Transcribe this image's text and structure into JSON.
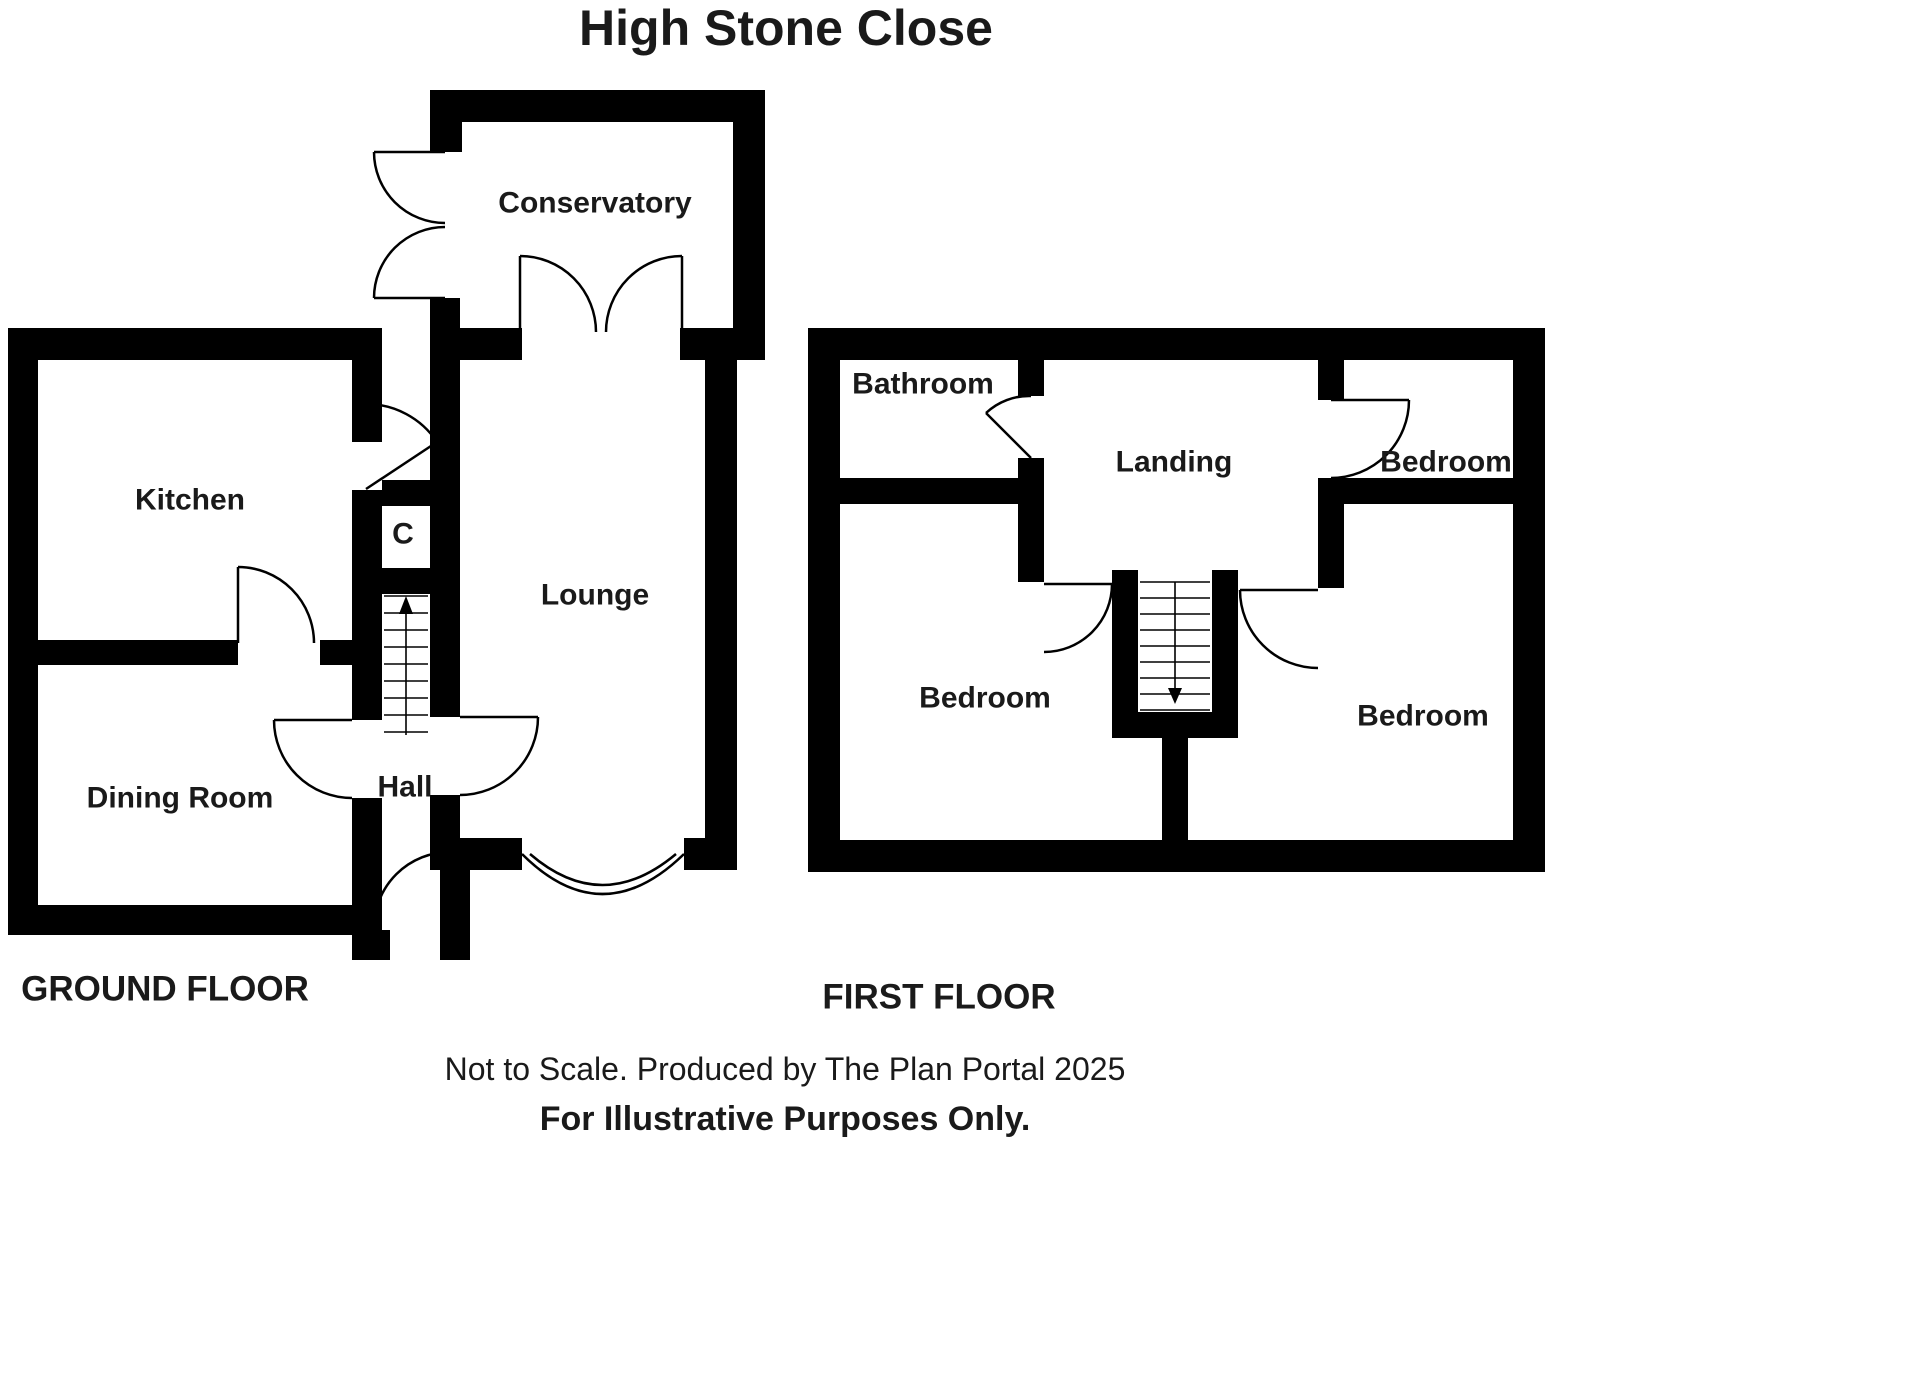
{
  "title": "High Stone Close",
  "ground_floor": {
    "label": "GROUND FLOOR",
    "rooms": {
      "conservatory": "Conservatory",
      "kitchen": "Kitchen",
      "cupboard": "C",
      "lounge": "Lounge",
      "dining_room": "Dining Room",
      "hall": "Hall"
    }
  },
  "first_floor": {
    "label": "FIRST FLOOR",
    "rooms": {
      "bathroom": "Bathroom",
      "landing": "Landing",
      "bedroom_top_right": "Bedroom",
      "bedroom_bottom_left": "Bedroom",
      "bedroom_bottom_right": "Bedroom"
    }
  },
  "footer": {
    "line1": "Not to Scale. Produced by The Plan Portal 2025",
    "line2": "For Illustrative Purposes Only."
  },
  "colors": {
    "wall": "#000000",
    "text": "#1a1a1a",
    "background": "#ffffff"
  }
}
